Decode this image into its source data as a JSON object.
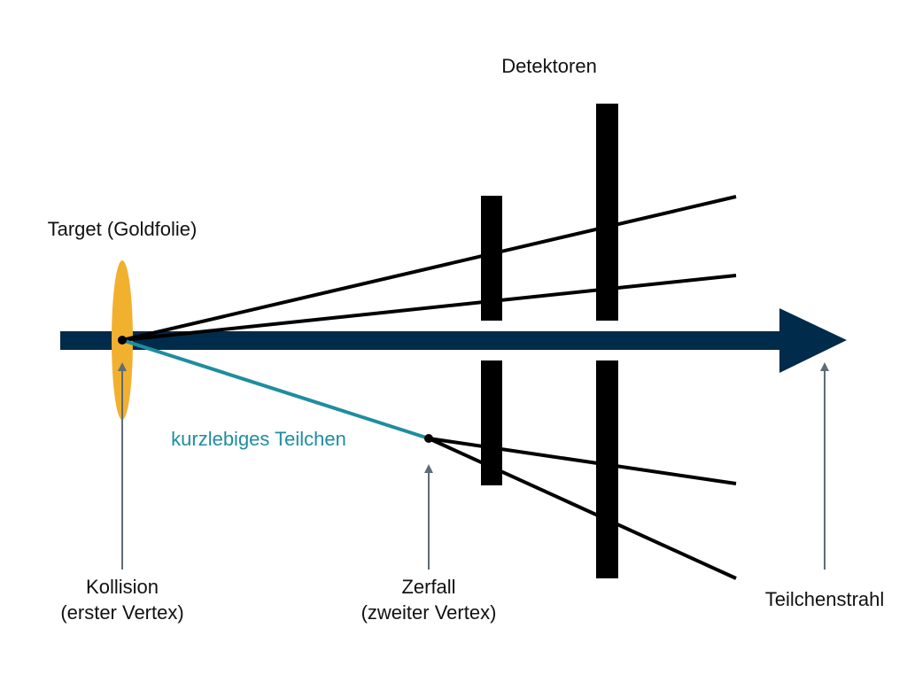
{
  "labels": {
    "detectors": "Detektoren",
    "target": "Target (Goldfolie)",
    "short_lived_particle": "kurzlebiges Teilchen",
    "collision_line1": "Kollision",
    "collision_line2": "(erster Vertex)",
    "decay_line1": "Zerfall",
    "decay_line2": "(zweiter Vertex)",
    "beam": "Teilchenstrahl"
  },
  "colors": {
    "beam": "#002b4a",
    "target": "#f2b02f",
    "short_lived_particle": "#1f8d9f",
    "tracks": "#000000",
    "detectors": "#000000",
    "pointer_arrows": "#5e6c75",
    "text": "#111111"
  }
}
